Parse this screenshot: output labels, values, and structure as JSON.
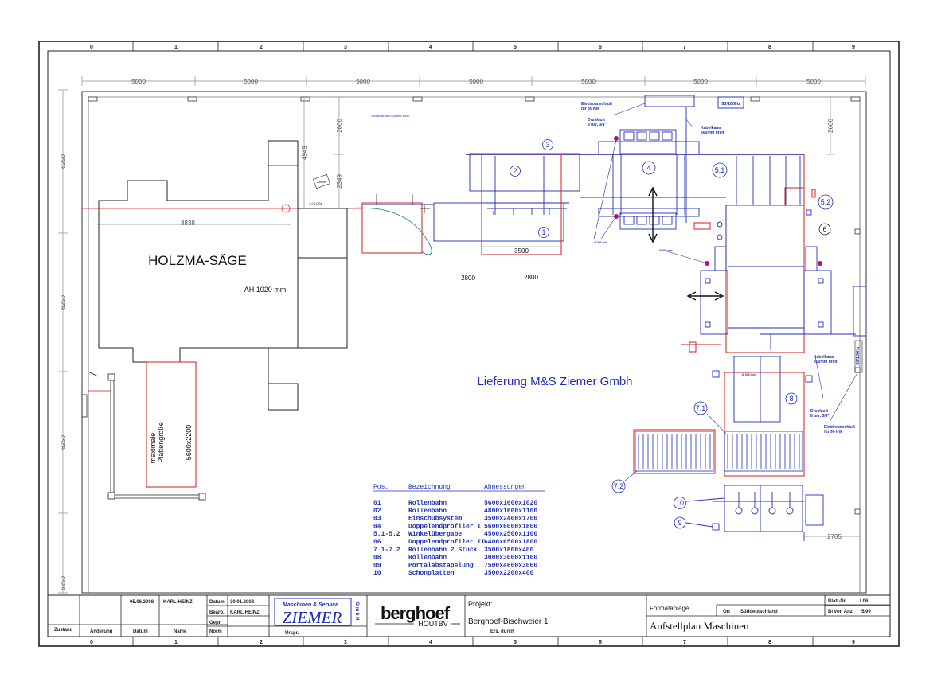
{
  "frame": {
    "columns": [
      "0",
      "1",
      "2",
      "3",
      "4",
      "5",
      "6",
      "7",
      "8",
      "9"
    ]
  },
  "dimensions": {
    "top_spacing": [
      "5000",
      "5000",
      "5000",
      "5000",
      "5000",
      "5000",
      "5000"
    ],
    "left_spacing": [
      "6250",
      "6250",
      "6250",
      "6250"
    ],
    "right_top": "2600",
    "inner_top": "2600",
    "inner_4949": "4949",
    "inner_2349": "2349",
    "saw_length": "8838",
    "right_bottom": "2705",
    "d3500": "3500",
    "d2800a": "2800",
    "d2800b": "2800",
    "plate_size": "5600x2200"
  },
  "labels": {
    "saw_title": "HOLZMA-SÄGE",
    "saw_height": "AH 1020 mm",
    "delivery": "Lieferung M&S Ziemer Gmbh",
    "plate_max_1": "maximale",
    "plate_max_2": "Plattengröße",
    "elec_top_1": "Elektroanschluß",
    "elec_top_2": "für 80 KW",
    "air_top_1": "Druckluft",
    "air_top_2": "8 bar, 3/4\"",
    "cable_top_1": "Kabelkanal",
    "cable_top_2": "300mm breit",
    "hz_top": "50/100Hz",
    "cable_right_1": "Kabelkanal",
    "cable_right_2": "300mm breit",
    "hz_right": "50/100Hz",
    "air_right_1": "Druckluft",
    "air_right_2": "8 bar, 3/4\"",
    "elec_right_1": "Elektroanschluß",
    "elec_right_2": "für 90 KW"
  },
  "markers": [
    "1",
    "2",
    "3",
    "4",
    "5.1",
    "5.2",
    "6",
    "7.1",
    "7.2",
    "8",
    "9",
    "10"
  ],
  "legend": {
    "headers": [
      "Pos.",
      "Bezeichnung",
      "Abmessungen"
    ],
    "rows": [
      [
        "01",
        "Rollenbahn",
        "5600x1600x1020"
      ],
      [
        "02",
        "Rollenbahn",
        "4800x1600x1100"
      ],
      [
        "03",
        "Einschubsystem",
        "3500x2400x1700"
      ],
      [
        "04",
        "Doppelendprofiler I",
        "5600x6000x1800"
      ],
      [
        "5.1-5.2",
        "Winkelübergabe",
        "4500x2500x1100"
      ],
      [
        "06",
        "Doppelendprofiler II",
        "6400x6500x1800"
      ],
      [
        "7.1-7.2",
        "Rollenbahn  2 Stück",
        "3500x1800x400"
      ],
      [
        "08",
        "Rollenbahn",
        "3000x3000x1100"
      ],
      [
        "09",
        "Portalabstapelung",
        "7500x4600x3000"
      ],
      [
        "10",
        "Schonplatten",
        "3500x2200x400"
      ]
    ]
  },
  "title_block": {
    "zustand": "Zustand",
    "aenderung": "Änderung",
    "datum_col": "Datum",
    "name_col": "Name",
    "norm": "Norm",
    "rev_date": "05.06.2008",
    "rev_name": "KARL-HEINZ",
    "datum_lbl": "Datum",
    "bearb_lbl": "Bearb.",
    "gepr_lbl": "Gepr.",
    "datum_val": "30.01.2008",
    "bearb_val": "KARL-HEINZ",
    "ziemer_top": "Maschinen & Service",
    "ziemer_logo": "ZIEMER",
    "ziemer_side": "G m b H",
    "urspr": "Urspr.",
    "berghoef": "berghoef",
    "houtbv": "HOUTBV",
    "projekt_lbl": "Projekt:",
    "projekt_val": "Berghoef-Bischweier 1",
    "ers_durch": "Ers. durch",
    "formatanlage": "Formatanlage",
    "ort_lbl": "Ort",
    "ort_val": "Süddeutschland",
    "plan_title": "Aufstellplan Maschinen",
    "blatt_lbl": "Blatt-Nr.",
    "blatt_val": "L06",
    "blvon_lbl": "Bl von Anz",
    "blvon_val": "5/99"
  },
  "small_text": {
    "top_note": "Schallhaube 2400mm hoch",
    "ziemer_box": "Ziemer",
    "dist_left": "3.0 LOSz",
    "ang1": "Ø 300 mm",
    "ang2": "Ø 300 mm",
    "box8_label": "Ø 200 mm"
  },
  "colors": {
    "blue": "#1f2fb4",
    "red": "#d21e1e",
    "black": "#222222",
    "gray": "#8a8a8a",
    "teal": "#2a8a7a"
  }
}
